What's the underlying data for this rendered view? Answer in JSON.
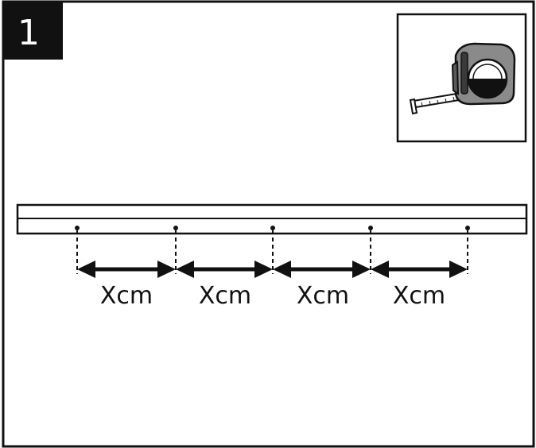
{
  "step": {
    "number": "1"
  },
  "tool": {
    "icon": "tape-measure-icon"
  },
  "rail": {
    "hole_count": 5
  },
  "spacing": {
    "labels": [
      "Xcm",
      "Xcm",
      "Xcm",
      "Xcm"
    ]
  },
  "colors": {
    "line": "#111111",
    "background": "#ffffff",
    "badge": "#111111",
    "tape_body": "#8a8a8a",
    "tape_dark": "#3a3a3a"
  }
}
